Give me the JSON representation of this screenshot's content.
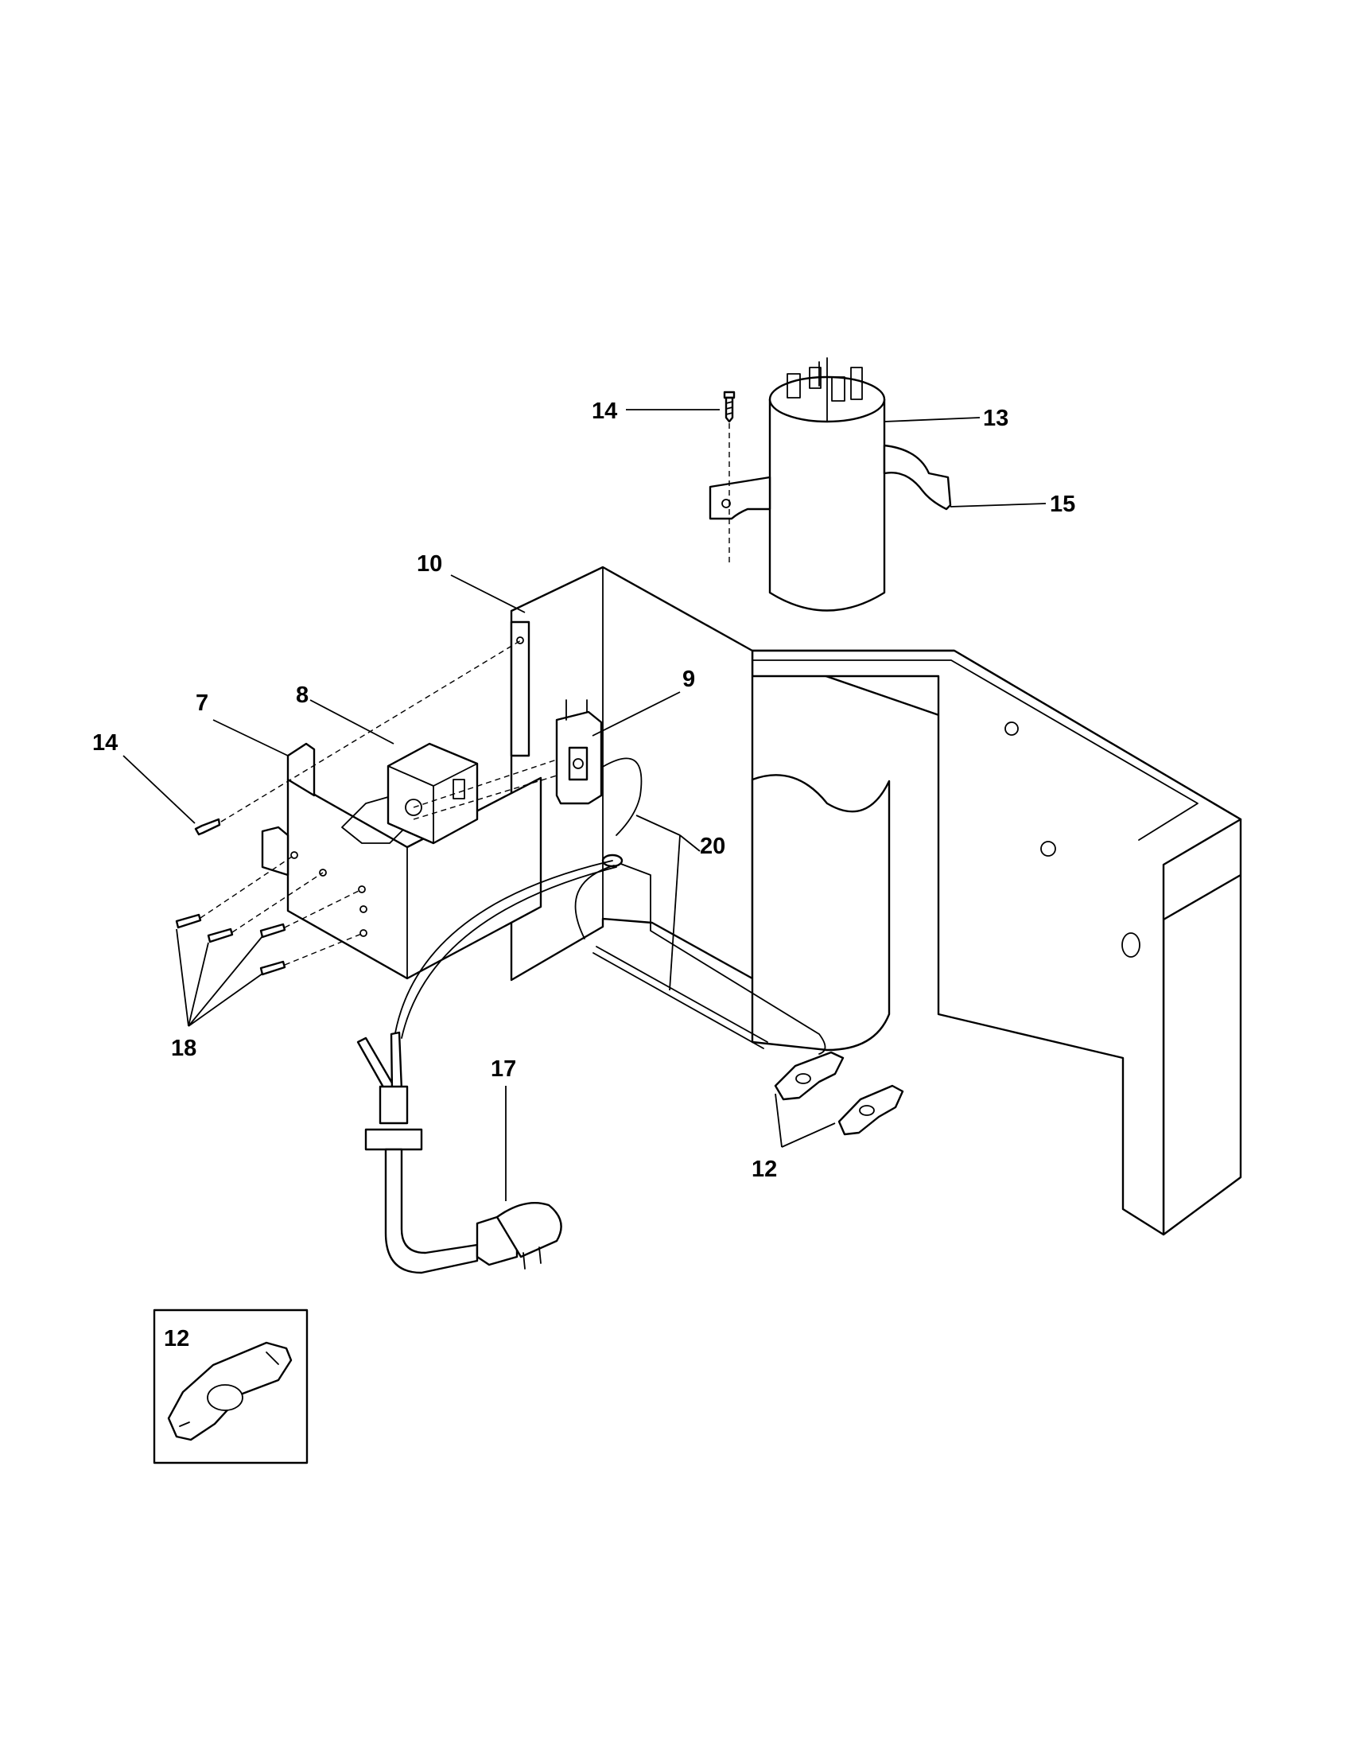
{
  "callouts": {
    "c14_top": "14",
    "c13": "13",
    "c15": "15",
    "c10": "10",
    "c9": "9",
    "c7": "7",
    "c8": "8",
    "c14_left": "14",
    "c20": "20",
    "c18": "18",
    "c17": "17",
    "c12_main": "12",
    "c12_inset": "12"
  }
}
